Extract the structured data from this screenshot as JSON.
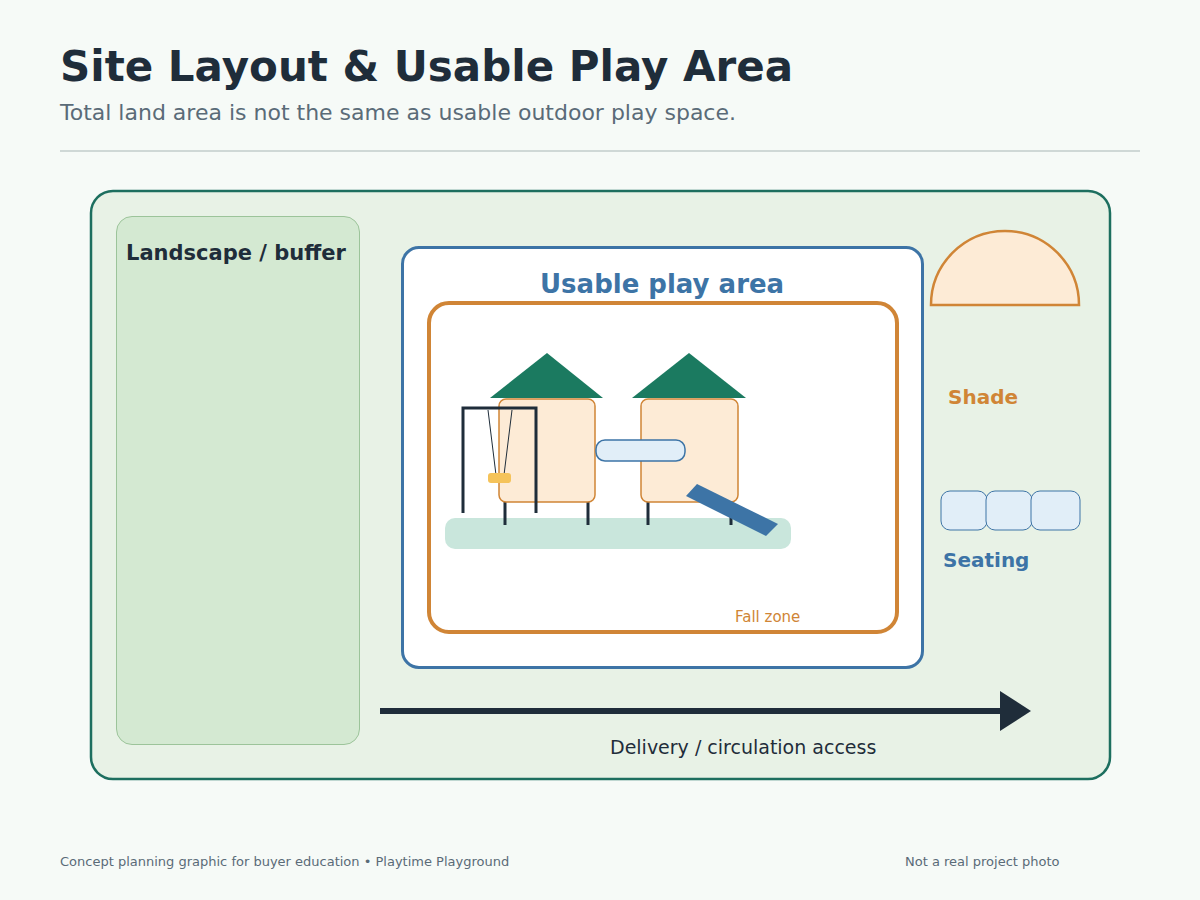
{
  "diagram": {
    "title": "Site Layout & Usable Play Area",
    "caption": "Total land area is not the same as usable outdoor play space.",
    "nodes": [
      {
        "text": [
          "Landscape / buffer"
        ]
      },
      {
        "text": [
          "Usable play area"
        ]
      },
      {
        "text": [
          "Fall zone"
        ],
        "in": 1
      },
      {
        "text": [
          "Shade"
        ]
      },
      {
        "text": [
          "Seating"
        ]
      }
    ],
    "labels": [
      "Delivery / circulation access",
      "Concept planning graphic for buyer education • Playtime Playground",
      "Not a real project photo"
    ]
  }
}
